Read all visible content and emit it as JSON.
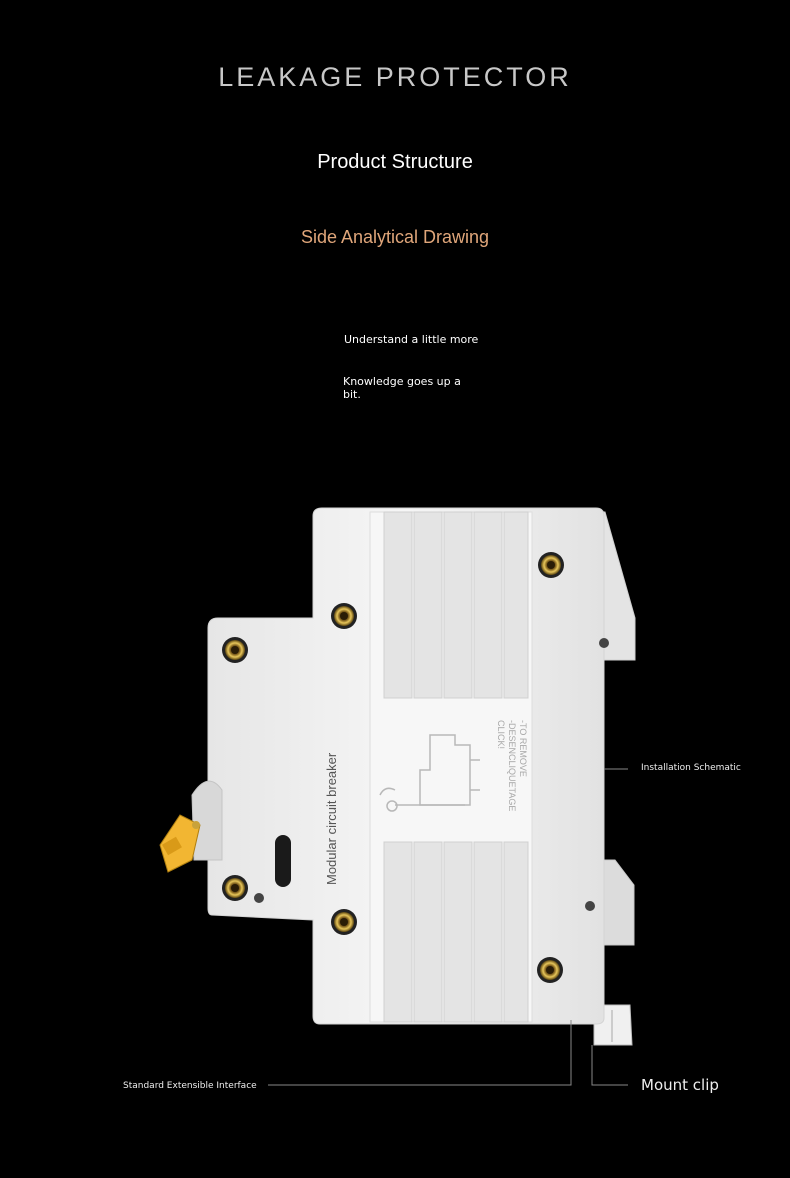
{
  "header": {
    "brand": "LEAKAGE PROTECTOR",
    "title": "Product Structure",
    "subtitle": "Side Analytical Drawing"
  },
  "notes": {
    "line1": "Understand a little more",
    "line2": "Knowledge goes up a bit."
  },
  "device": {
    "body_text": "Modular circuit breaker",
    "label_lines": [
      "CLICK!",
      "-DESENCLIQUETAGE",
      "-TO REMOVE"
    ]
  },
  "callouts": {
    "installation": "Installation Schematic",
    "standard": "Standard Extensible Interface",
    "mount_clip": "Mount clip"
  },
  "colors": {
    "background": "#000000",
    "subtitle_accent": "#e0a67a",
    "screw_gold": "#c9a23a",
    "lever_yellow": "#f2b632"
  }
}
